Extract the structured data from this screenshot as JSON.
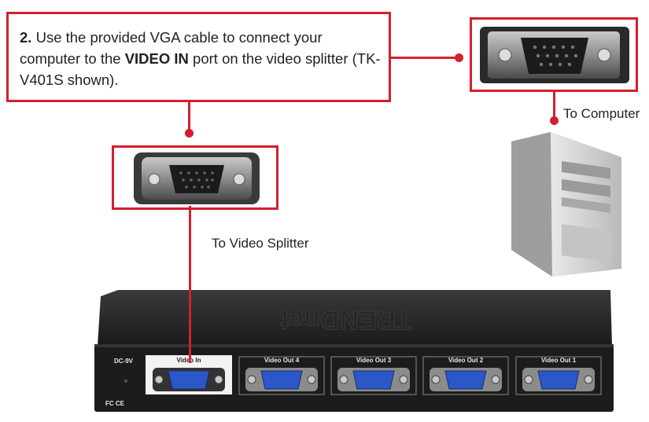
{
  "instruction": {
    "step": "2.",
    "text_before": "Use the provided VGA cable to connect your computer to the",
    "highlight": "VIDEO IN",
    "text_after": "port on the video splitter (TK-V401S shown)."
  },
  "labels": {
    "to_computer": "To Computer",
    "to_splitter": "To Video Splitter"
  },
  "device": {
    "brand": "TRENDnet",
    "power_label": "DC-9V",
    "cert_label": "FC CE",
    "ports": [
      "Video In",
      "Video Out 4",
      "Video Out 3",
      "Video Out 2",
      "Video Out 1"
    ]
  },
  "colors": {
    "highlight": "#d41f2e",
    "vga_port": "#2b57c9",
    "device_body": "#1c1c1c"
  }
}
